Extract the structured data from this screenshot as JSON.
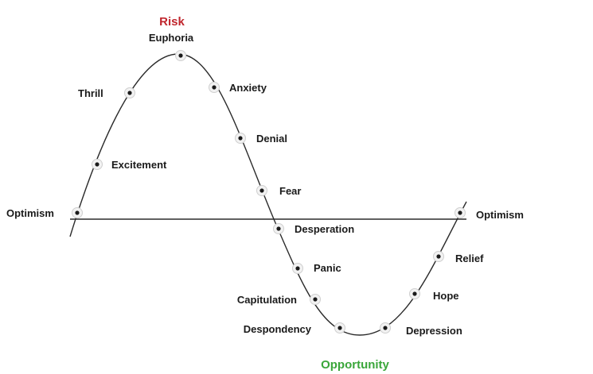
{
  "diagram": {
    "risk_label": "Risk",
    "opportunity_label": "Opportunity",
    "colors": {
      "risk": "#c0262d",
      "opportunity": "#3aa63a",
      "curve": "#2b2b2b",
      "baseline": "#2b2b2b",
      "text": "#1a1a1a"
    },
    "stages": [
      {
        "id": "optimism-start",
        "label": "Optimism"
      },
      {
        "id": "excitement",
        "label": "Excitement"
      },
      {
        "id": "thrill",
        "label": "Thrill"
      },
      {
        "id": "euphoria",
        "label": "Euphoria"
      },
      {
        "id": "anxiety",
        "label": "Anxiety"
      },
      {
        "id": "denial",
        "label": "Denial"
      },
      {
        "id": "fear",
        "label": "Fear"
      },
      {
        "id": "desperation",
        "label": "Desperation"
      },
      {
        "id": "panic",
        "label": "Panic"
      },
      {
        "id": "capitulation",
        "label": "Capitulation"
      },
      {
        "id": "despondency",
        "label": "Despondency"
      },
      {
        "id": "depression",
        "label": "Depression"
      },
      {
        "id": "hope",
        "label": "Hope"
      },
      {
        "id": "relief",
        "label": "Relief"
      },
      {
        "id": "optimism-end",
        "label": "Optimism"
      }
    ]
  }
}
